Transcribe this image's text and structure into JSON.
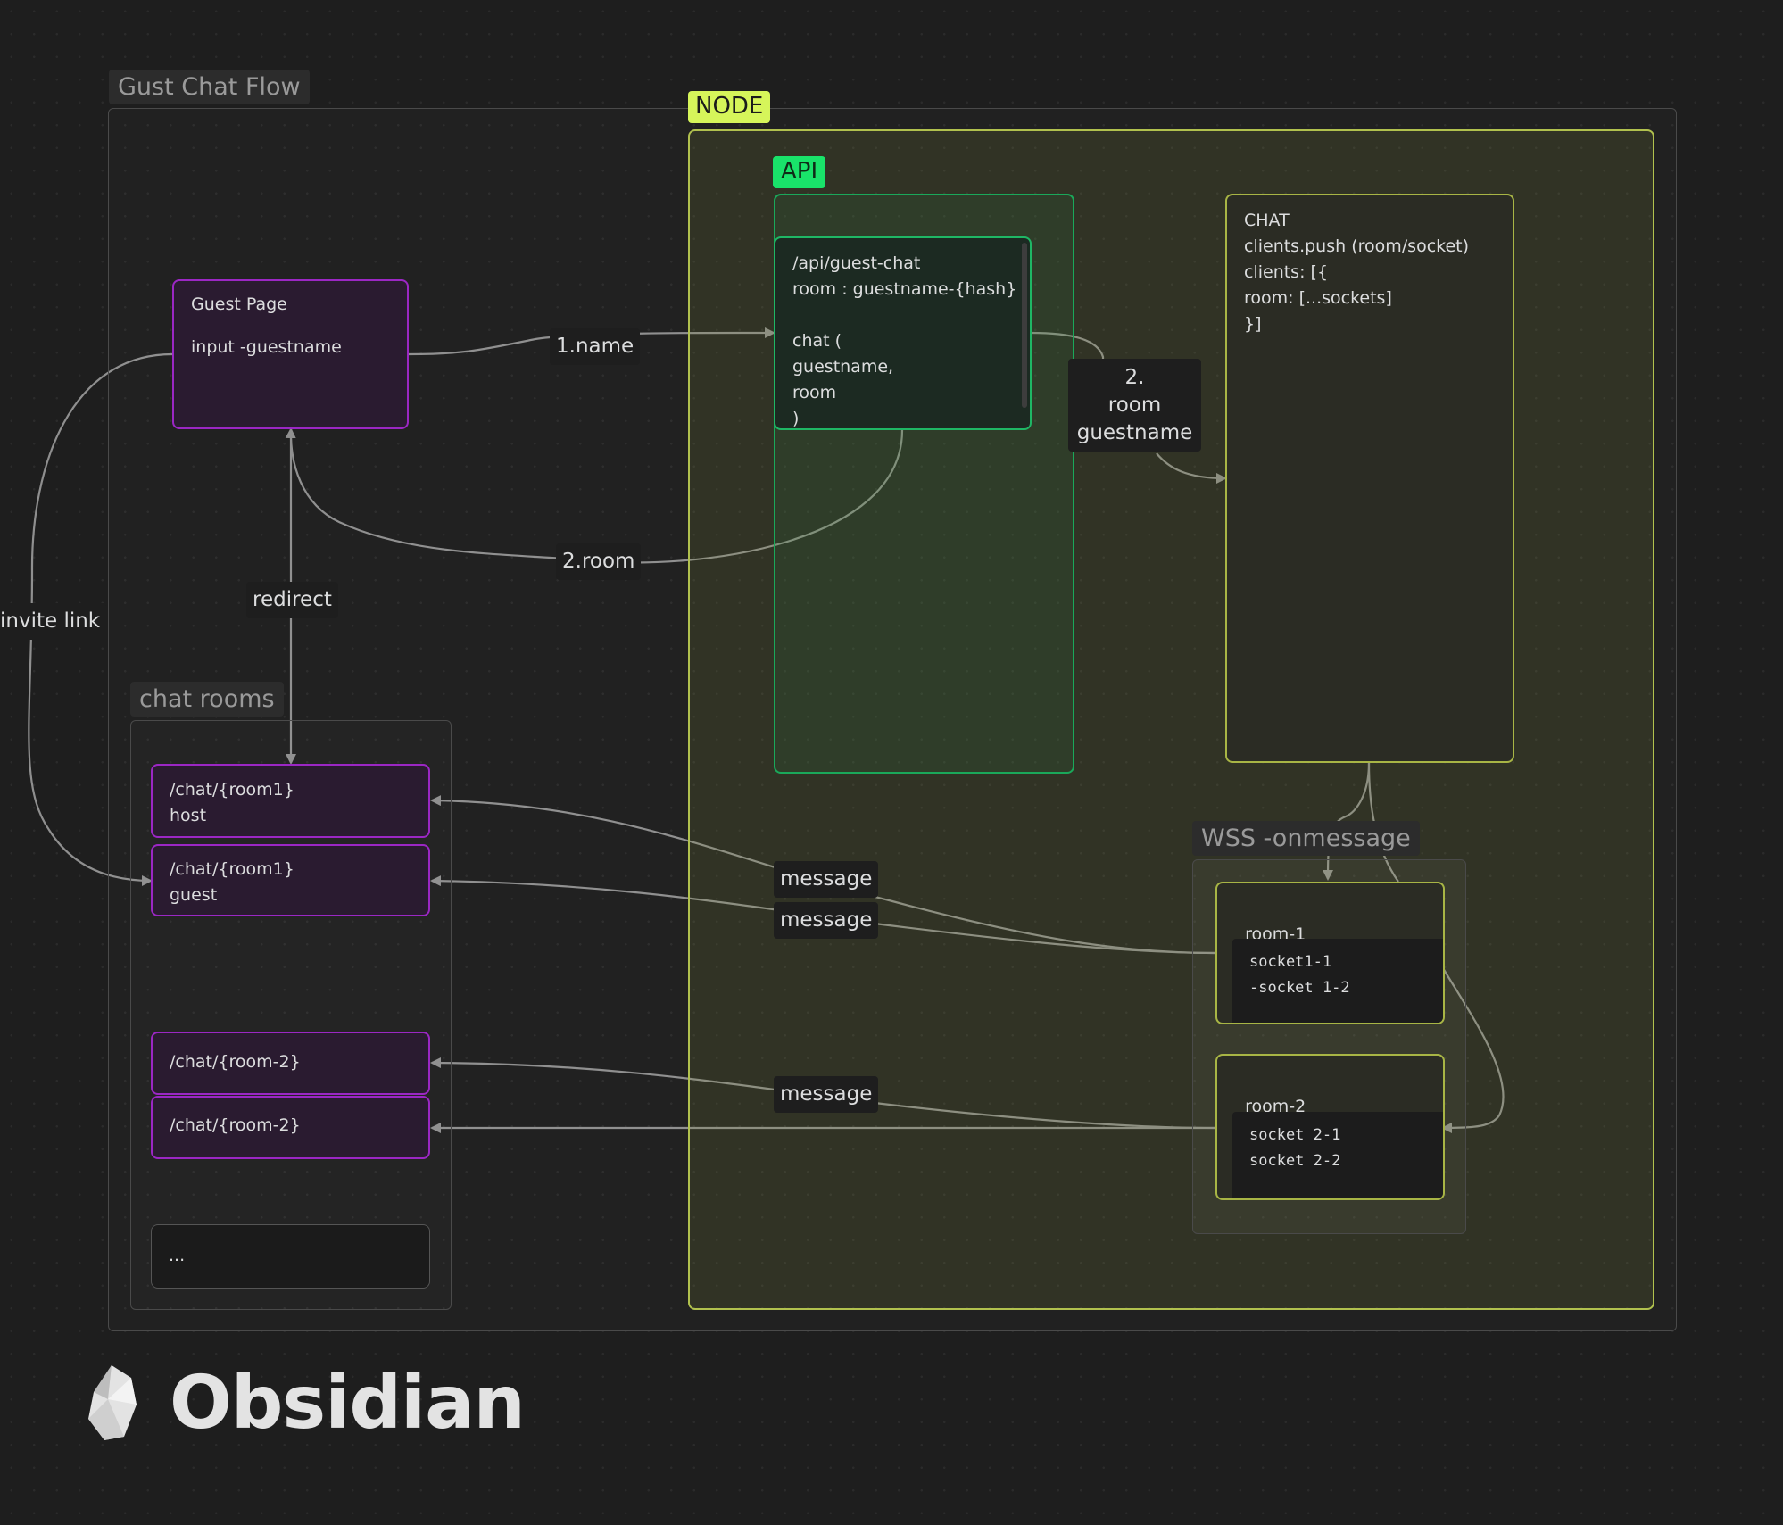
{
  "canvas": {
    "groups": {
      "flow": "Gust Chat Flow",
      "node": "NODE",
      "api": "API",
      "chat_rooms": "chat rooms",
      "wss": "WSS -onmessage"
    },
    "cards": {
      "guest_page": "Guest Page\n\ninput -guestname",
      "api_guest_chat": "/api/guest-chat\nroom : guestname-{hash}\n\nchat (\nguestname,\nroom\n)",
      "chat": "CHAT\nclients.push (room/socket)\nclients: [{\nroom: [...sockets]\n}]",
      "room1_host": "/chat/{room1}\nhost",
      "room1_guest": "/chat/{room1}\nguest",
      "room2_a": "/chat/{room-2}",
      "room2_b": "/chat/{room-2}",
      "more": "...",
      "room_1_title": "room-1",
      "room_1_code": "socket1-1\n-socket 1-2",
      "room_2_title": "room-2",
      "room_2_code": "socket 2-1\nsocket 2-2"
    },
    "edge_labels": {
      "name": "1.name",
      "room_guestname": "2.\nroom\nguestname",
      "room": "2.room",
      "redirect": "redirect",
      "invite": "invite link",
      "message1": "message",
      "message2": "message",
      "message3": "message"
    },
    "colors": {
      "node": "#b1c14e",
      "api": "#1aa85a",
      "page": "#9b27c4",
      "edge": "#8f8f8f"
    }
  },
  "brand": {
    "name": "Obsidian",
    "icon": "obsidian-logo-icon"
  }
}
